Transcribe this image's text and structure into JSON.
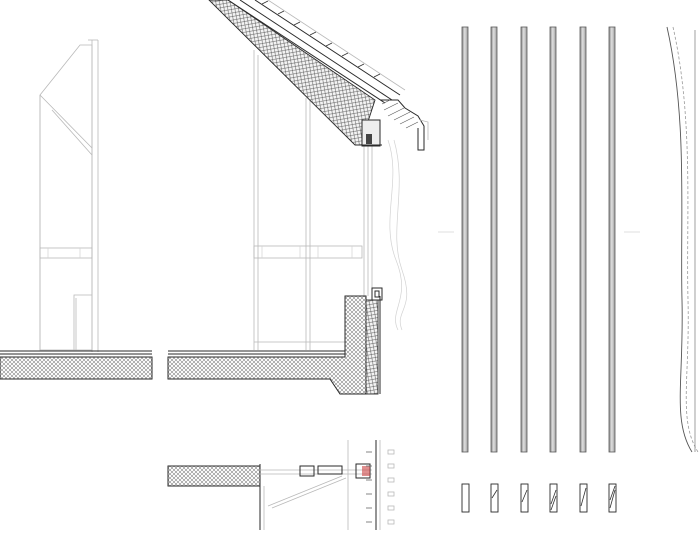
{
  "drawing": {
    "kind": "architectural-section-detail",
    "colors": {
      "line_dark": "#2a2a2a",
      "line_light": "#b9b9b9",
      "hatch": "#777777",
      "fin_light": "#e0e0e0",
      "fin_dark": "#8a8a8a",
      "background": "#ffffff"
    },
    "views": [
      "building-section",
      "eave-detail",
      "floor-slab-detail",
      "window-plan-detail",
      "vertical-fins-elevation",
      "fin-sections",
      "curtain-side-view"
    ],
    "fin_count": 6,
    "fin_section_count": 6
  }
}
